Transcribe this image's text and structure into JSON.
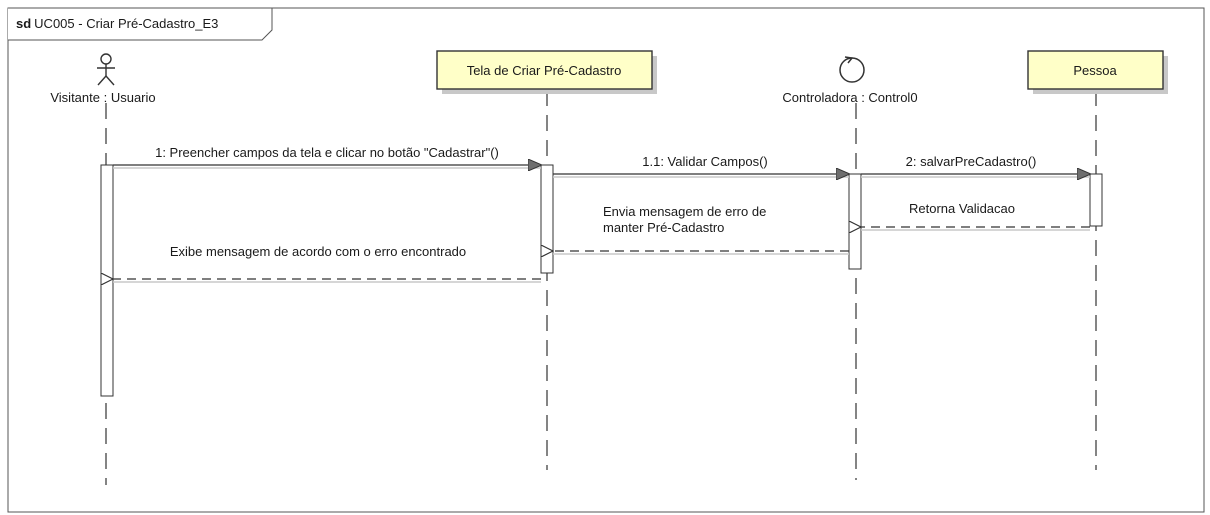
{
  "frame": {
    "keyword": "sd",
    "name": "UC005 - Criar Pré-Cadastro_E3"
  },
  "participants": {
    "actor": {
      "label": "Visitante : Usuario",
      "kind": "actor"
    },
    "screen": {
      "label": "Tela de Criar Pré-Cadastro",
      "kind": "boundary-object"
    },
    "controller": {
      "label": "Controladora : Control0",
      "kind": "control"
    },
    "entity": {
      "label": "Pessoa",
      "kind": "entity-object"
    }
  },
  "messages": {
    "m1": "1: Preencher  campos da tela e clicar no botão \"Cadastrar\"()",
    "m2": "1.1: Validar Campos()",
    "m3": "2: salvarPreCadastro()",
    "m4": "Retorna Validacao",
    "m5_line1": "Envia mensagem de erro de",
    "m5_line2": "manter Pré-Cadastro",
    "m6": "Exibe mensagem de acordo com o erro encontrado"
  },
  "colors": {
    "box_fill": "#ffffc8",
    "line": "#333333",
    "shadow": "#bdbdbd",
    "frame": "#555555"
  }
}
